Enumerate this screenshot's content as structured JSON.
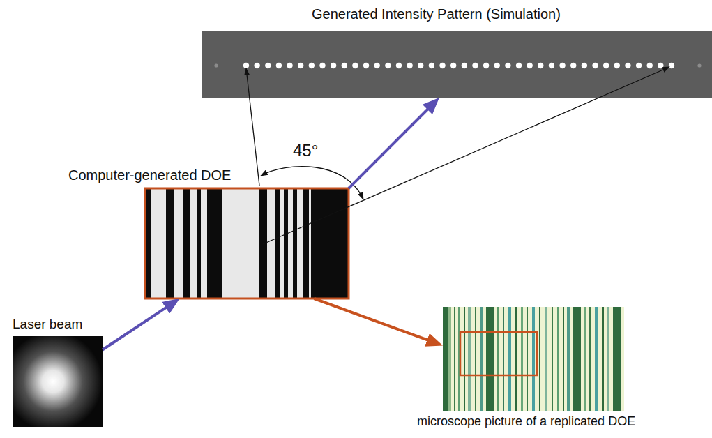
{
  "diagram": {
    "nodes": [
      {
        "text": [
          "Generated Intensity Pattern (Simulation)"
        ]
      },
      {
        "text": [
          "Computer-generated DOE"
        ]
      },
      {
        "text": [
          "microscope picture of a replicated DOE"
        ]
      },
      {
        "text": [
          "Laser beam"
        ]
      }
    ],
    "edges": [
      {
        "from": 3,
        "to": 1,
        "arrow": "to"
      },
      {
        "from": 1,
        "to": 0,
        "arrow": "to"
      },
      {
        "from": 1,
        "to": 2,
        "arrow": "to"
      }
    ],
    "labels": [
      "45°"
    ]
  }
}
